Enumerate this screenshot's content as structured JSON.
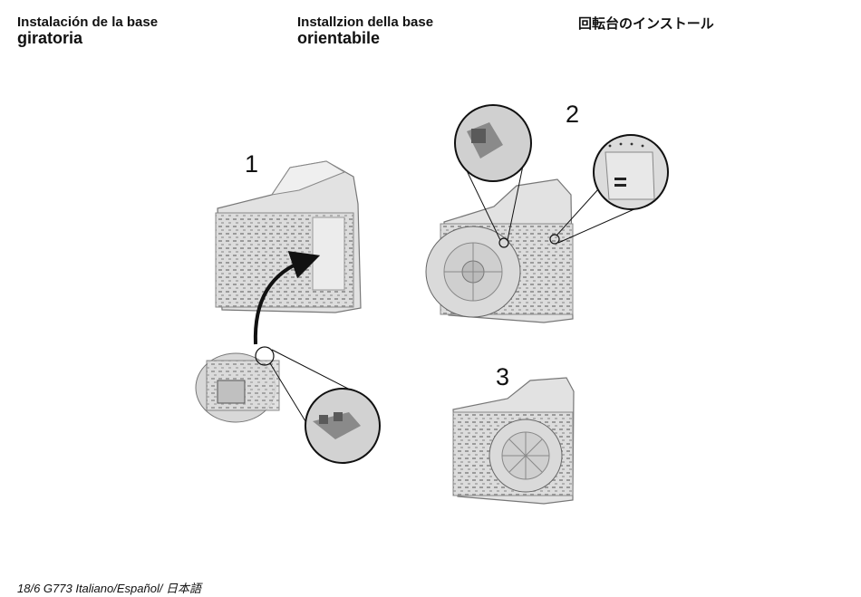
{
  "header": {
    "spanish": {
      "line1": "Instalación de la base",
      "line2": "giratoria"
    },
    "italian": {
      "line1": "Installzion della base",
      "line2": "orientabile"
    },
    "japanese": {
      "line1": "回転台のインストール"
    }
  },
  "steps": [
    "1",
    "2",
    "3"
  ],
  "footer": {
    "text": "18/6  G773 Italiano/Español/ 日本語"
  }
}
